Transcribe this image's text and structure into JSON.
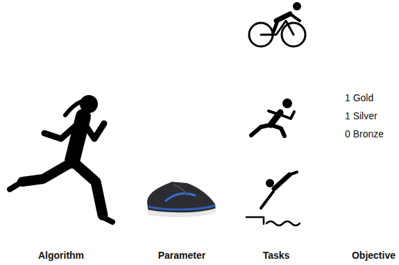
{
  "diagram": {
    "labels": [
      "1 Gold",
      "1 Silver",
      "0 Bronze",
      "Algorithm",
      "Parameter",
      "Tasks",
      "Objective"
    ]
  }
}
